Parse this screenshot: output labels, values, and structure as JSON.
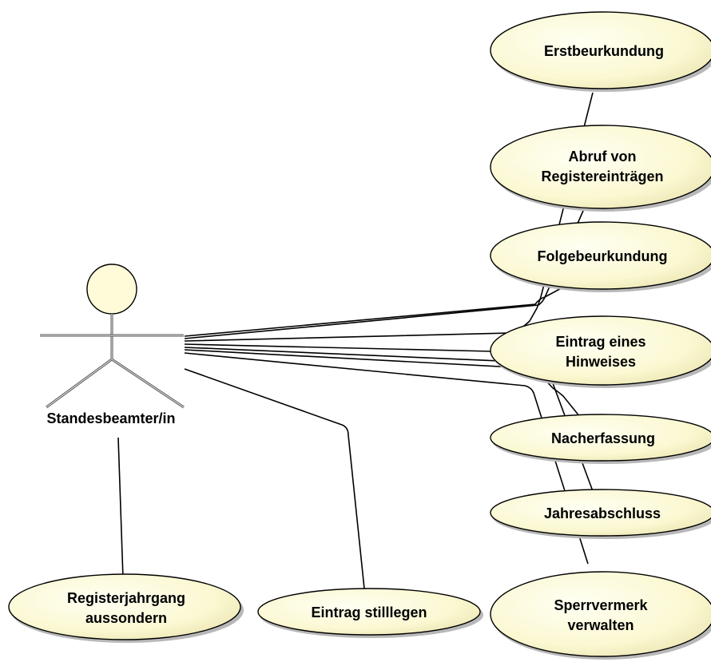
{
  "actor": {
    "name": "Standesbeamter/in"
  },
  "use_cases": {
    "erstbeurkundung": [
      "Erstbeurkundung"
    ],
    "abruf": [
      "Abruf von",
      "Registereinträgen"
    ],
    "folgebeurkundung": [
      "Folgebeurkundung"
    ],
    "hinweis": [
      "Eintrag eines",
      "Hinweises"
    ],
    "nacherfassung": [
      "Nacherfassung"
    ],
    "jahresabschluss": [
      "Jahresabschluss"
    ],
    "sperrvermerk": [
      "Sperrvermerk",
      "verwalten"
    ],
    "aussondern": [
      "Registerjahrgang",
      "aussondern"
    ],
    "stilllegen": [
      "Eintrag stilllegen"
    ]
  },
  "colors": {
    "usecase_fill": "#ffffe6",
    "usecase_fill_edge": "#f3efc2",
    "actor_head": "#fffbd9",
    "line": "#000000",
    "shadow": "#b8b8b8"
  }
}
